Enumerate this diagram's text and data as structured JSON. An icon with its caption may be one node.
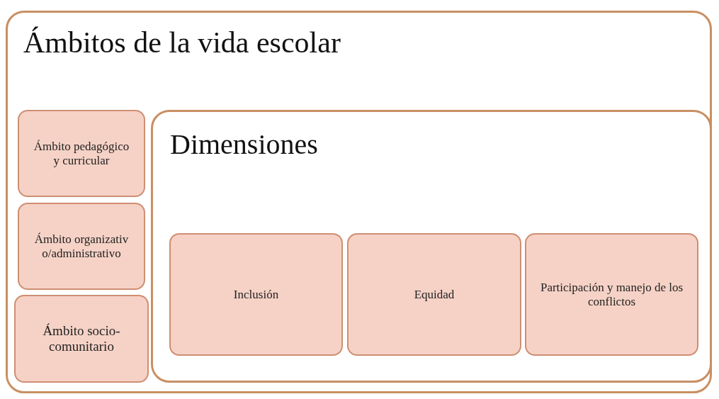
{
  "diagram": {
    "nodes": [
      {
        "text": [
          "Ámbitos de la vida escolar"
        ]
      },
      {
        "text": [
          "Ámbito pedagógico y curricular"
        ],
        "in": 0
      },
      {
        "text": [
          "Ámbito organizativo/administrativo"
        ],
        "in": 0
      },
      {
        "text": [
          "Ámbito socio-comunitario"
        ],
        "in": 0
      },
      {
        "text": [
          "Dimensiones"
        ],
        "in": 0
      },
      {
        "text": [
          "Inclusión"
        ],
        "in": 4
      },
      {
        "text": [
          "Equidad"
        ],
        "in": 4
      },
      {
        "text": [
          "Participación y manejo de los conflictos"
        ],
        "in": 4
      }
    ]
  }
}
